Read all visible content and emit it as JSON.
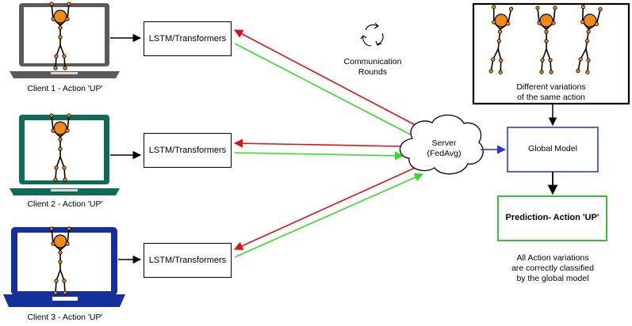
{
  "clients": [
    {
      "label": "Client 1 - Action 'UP'",
      "model_label": "LSTM/Transformers",
      "laptop_color": "#5a5a5a"
    },
    {
      "label": "Client 2 - Action 'UP'",
      "model_label": "LSTM/Transformers",
      "laptop_color": "#0f6b58"
    },
    {
      "label": "Client 3 - Action 'UP'",
      "model_label": "LSTM/Transformers",
      "laptop_color": "#14309a"
    }
  ],
  "communication": {
    "line1": "Communication",
    "line2": "Rounds"
  },
  "server": {
    "line1": "Server",
    "line2": "(FedAvg)"
  },
  "variations": {
    "line1": "Different variations",
    "line2": "of the same action"
  },
  "global_model": {
    "label": "Global Model"
  },
  "prediction": {
    "label": "Prediction- Action 'UP'"
  },
  "footnote": {
    "line1": "All Action variations",
    "line2": "are correctly classified",
    "line3": "by the global model"
  },
  "colors": {
    "upload_arrow": "#33dd22",
    "download_arrow": "#dd1111",
    "global_arrow": "#2233ee",
    "global_box": "#2a3bea",
    "prediction_box": "#22bb22",
    "figure_head": "#f08a14"
  }
}
